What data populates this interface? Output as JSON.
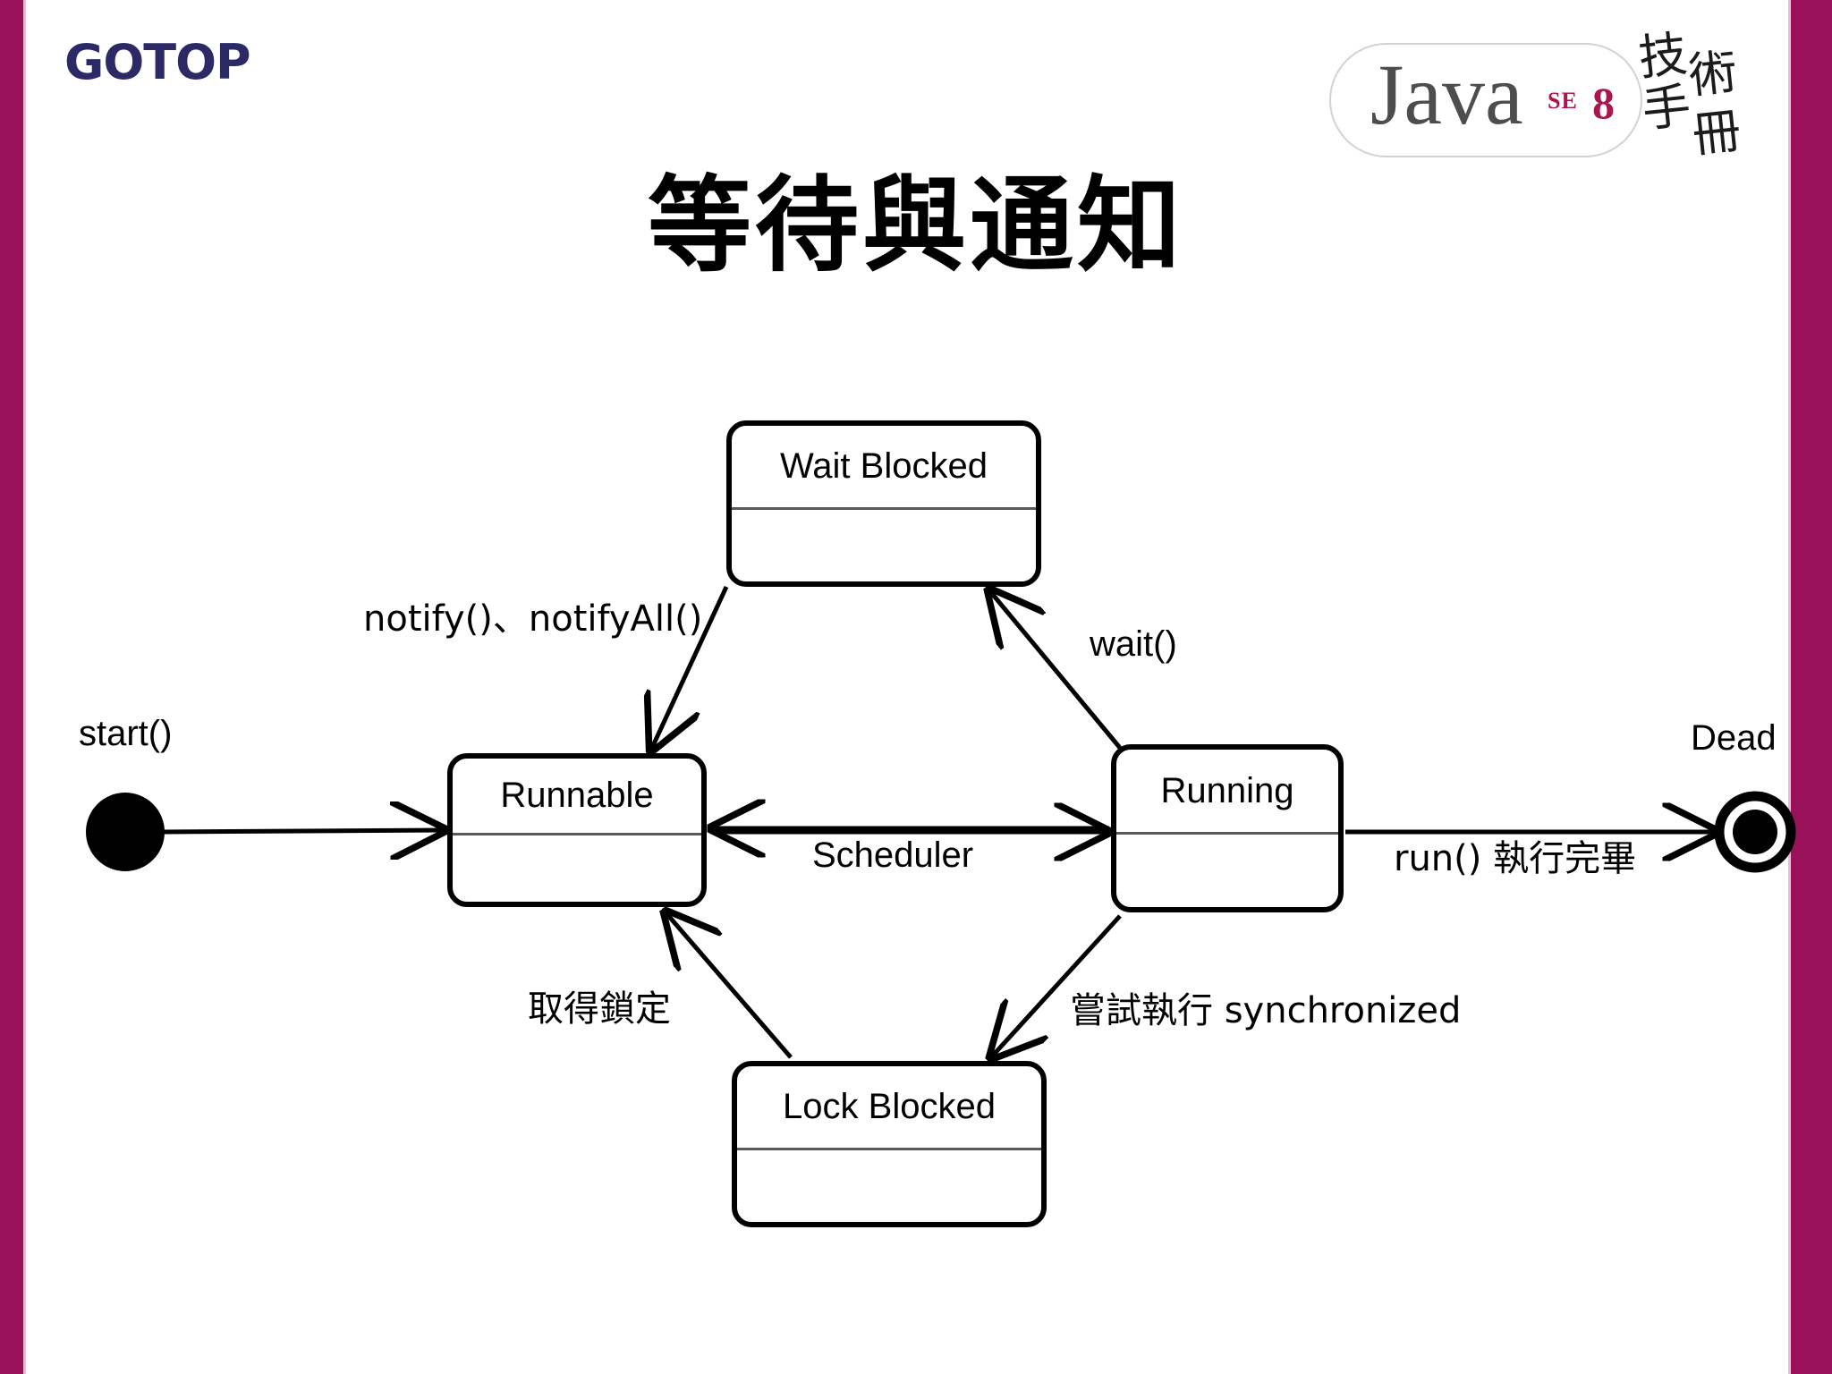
{
  "slide": {
    "brand_logo_text": "GOTOP",
    "brand_color": "#2c2a66",
    "accent_stripe_color": "#991159",
    "title": "等待與通知"
  },
  "java_logo": {
    "word": "Java",
    "edition": "SE",
    "version": "8",
    "edition_color": "#a8174e",
    "cjk_chars": [
      "技",
      "術",
      "手",
      "冊"
    ]
  },
  "diagram": {
    "type": "uml-state-machine",
    "states": [
      {
        "id": "wait_blocked",
        "label": "Wait Blocked",
        "kind": "state"
      },
      {
        "id": "runnable",
        "label": "Runnable",
        "kind": "state"
      },
      {
        "id": "running",
        "label": "Running",
        "kind": "state"
      },
      {
        "id": "lock_blocked",
        "label": "Lock Blocked",
        "kind": "state"
      }
    ],
    "pseudo_states": [
      {
        "id": "initial",
        "label": "start()",
        "kind": "initial"
      },
      {
        "id": "final",
        "label": "Dead",
        "kind": "final"
      }
    ],
    "transitions": [
      {
        "from": "initial",
        "to": "runnable",
        "label": "start()"
      },
      {
        "from": "wait_blocked",
        "to": "runnable",
        "label": "notify()、notifyAll()"
      },
      {
        "from": "running",
        "to": "wait_blocked",
        "label": "wait()"
      },
      {
        "from": "running",
        "to": "runnable",
        "label": "Scheduler"
      },
      {
        "from": "runnable",
        "to": "running",
        "label": "Scheduler"
      },
      {
        "from": "running",
        "to": "final",
        "label": "run() 執行完畢"
      },
      {
        "from": "lock_blocked",
        "to": "runnable",
        "label": "取得鎖定"
      },
      {
        "from": "running",
        "to": "lock_blocked",
        "label": "嘗試執行 synchronized"
      }
    ],
    "labels": {
      "start": "start()",
      "dead": "Dead",
      "notify": "notify()、notifyAll()",
      "wait": "wait()",
      "scheduler": "Scheduler",
      "run_done": "run() 執行完畢",
      "acquire_lock": "取得鎖定",
      "try_sync": "嘗試執行 synchronized"
    }
  }
}
